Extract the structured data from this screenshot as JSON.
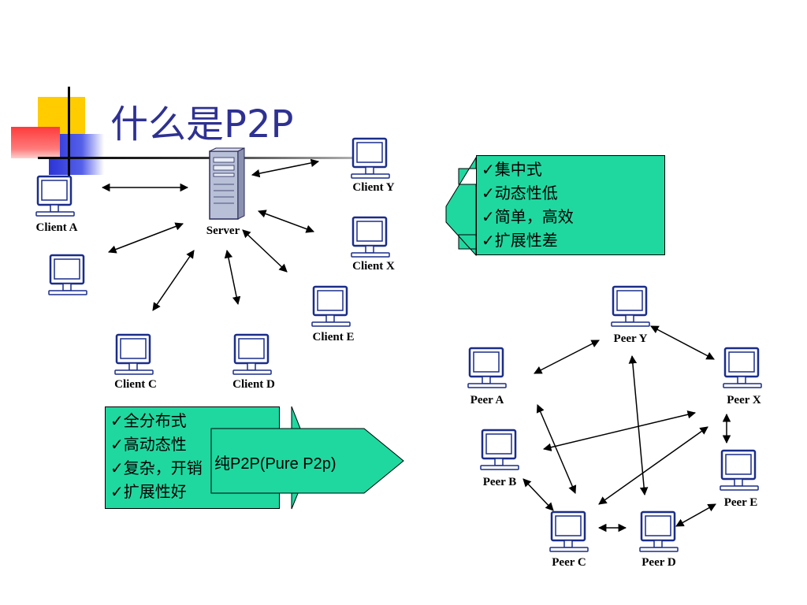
{
  "slide": {
    "title": "什么是P2P"
  },
  "client_server": {
    "server_label": "Server",
    "clients": [
      "Client A",
      "Client Y",
      "Client X",
      "Client E",
      "Client C",
      "Client D"
    ],
    "features": [
      "✓集中式",
      "✓动态性低",
      "✓简单，高效",
      "✓扩展性差"
    ]
  },
  "p2p": {
    "peers": [
      "Peer Y",
      "Peer A",
      "Peer X",
      "Peer B",
      "Peer E",
      "Peer C",
      "Peer D"
    ],
    "features": [
      "✓全分布式",
      "✓高动态性",
      "✓复杂，开销",
      "✓扩展性好"
    ],
    "callout": "纯P2P(Pure P2p)"
  },
  "colors": {
    "title": "#2e3192",
    "box_fill": "#1fd8a0",
    "monitor": "#1a2d8a"
  }
}
